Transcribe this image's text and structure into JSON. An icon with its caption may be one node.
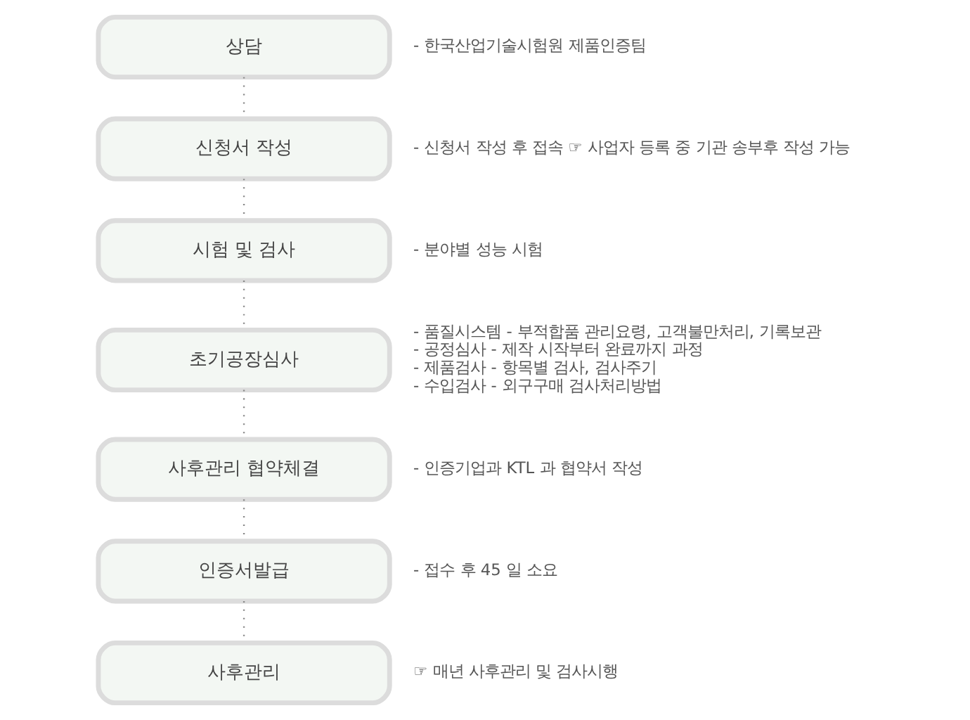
{
  "diagram": {
    "nodes": [
      {
        "text": [
          "상담"
        ],
        "beside": [
          "- 한국산업기술시험원 제품인증팀"
        ]
      },
      {
        "text": [
          "신청서 작성"
        ],
        "beside": [
          "- 신청서 작성 후 접속 ☞ 사업자 등록 중 기관 송부후 작성 가능"
        ]
      },
      {
        "text": [
          "시험 및 검사"
        ],
        "beside": [
          "- 분야별 성능 시험"
        ]
      },
      {
        "text": [
          "초기공장심사"
        ],
        "beside": [
          "- 품질시스템 - 부적합품 관리요령, 고객불만처리, 기록보관",
          "- 공정심사 - 제작 시작부터 완료까지 과정",
          "- 제품검사 - 항목별 검사, 검사주기",
          "- 수입검사 - 외구구매 검사처리방법"
        ]
      },
      {
        "text": [
          "사후관리 협약체결"
        ],
        "beside": [
          "- 인증기업과 KTL 과 협약서 작성"
        ]
      },
      {
        "text": [
          "인증서발급"
        ],
        "beside": [
          "- 접수 후 45 일 소요"
        ]
      },
      {
        "text": [
          "사후관리"
        ],
        "beside": [
          "☞ 매년 사후관리 및 검사시행"
        ]
      }
    ],
    "edges": [
      {
        "from": 0,
        "to": 1,
        "arrow": "none"
      },
      {
        "from": 1,
        "to": 2,
        "arrow": "none"
      },
      {
        "from": 2,
        "to": 3,
        "arrow": "none"
      },
      {
        "from": 3,
        "to": 4,
        "arrow": "none"
      },
      {
        "from": 4,
        "to": 5,
        "arrow": "none"
      },
      {
        "from": 5,
        "to": 6,
        "arrow": "none"
      }
    ]
  }
}
